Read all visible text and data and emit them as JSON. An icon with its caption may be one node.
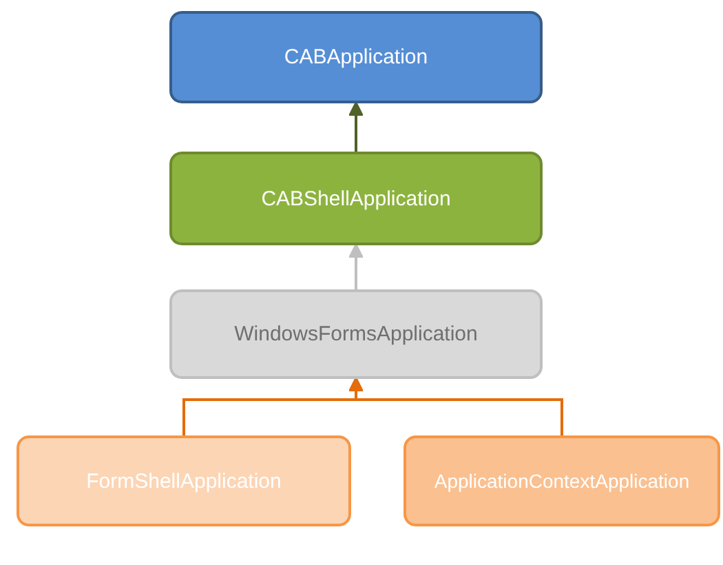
{
  "diagram": {
    "nodes": [
      {
        "text": [
          "CABApplication"
        ]
      },
      {
        "text": [
          "CABShellApplication"
        ]
      },
      {
        "text": [
          "WindowsFormsApplication"
        ]
      },
      {
        "text": [
          "FormShellApplication"
        ]
      },
      {
        "text": [
          "ApplicationContextApplication"
        ]
      }
    ],
    "edges": [
      {
        "from": 1,
        "to": 0,
        "arrow": "to",
        "color": "#4f6228"
      },
      {
        "from": 2,
        "to": 1,
        "arrow": "to",
        "color": "#bfbfbf"
      },
      {
        "from": 3,
        "to": 2,
        "arrow": "to",
        "color": "#e46c0a"
      },
      {
        "from": 4,
        "to": 2,
        "arrow": "to",
        "color": "#e46c0a"
      }
    ]
  }
}
